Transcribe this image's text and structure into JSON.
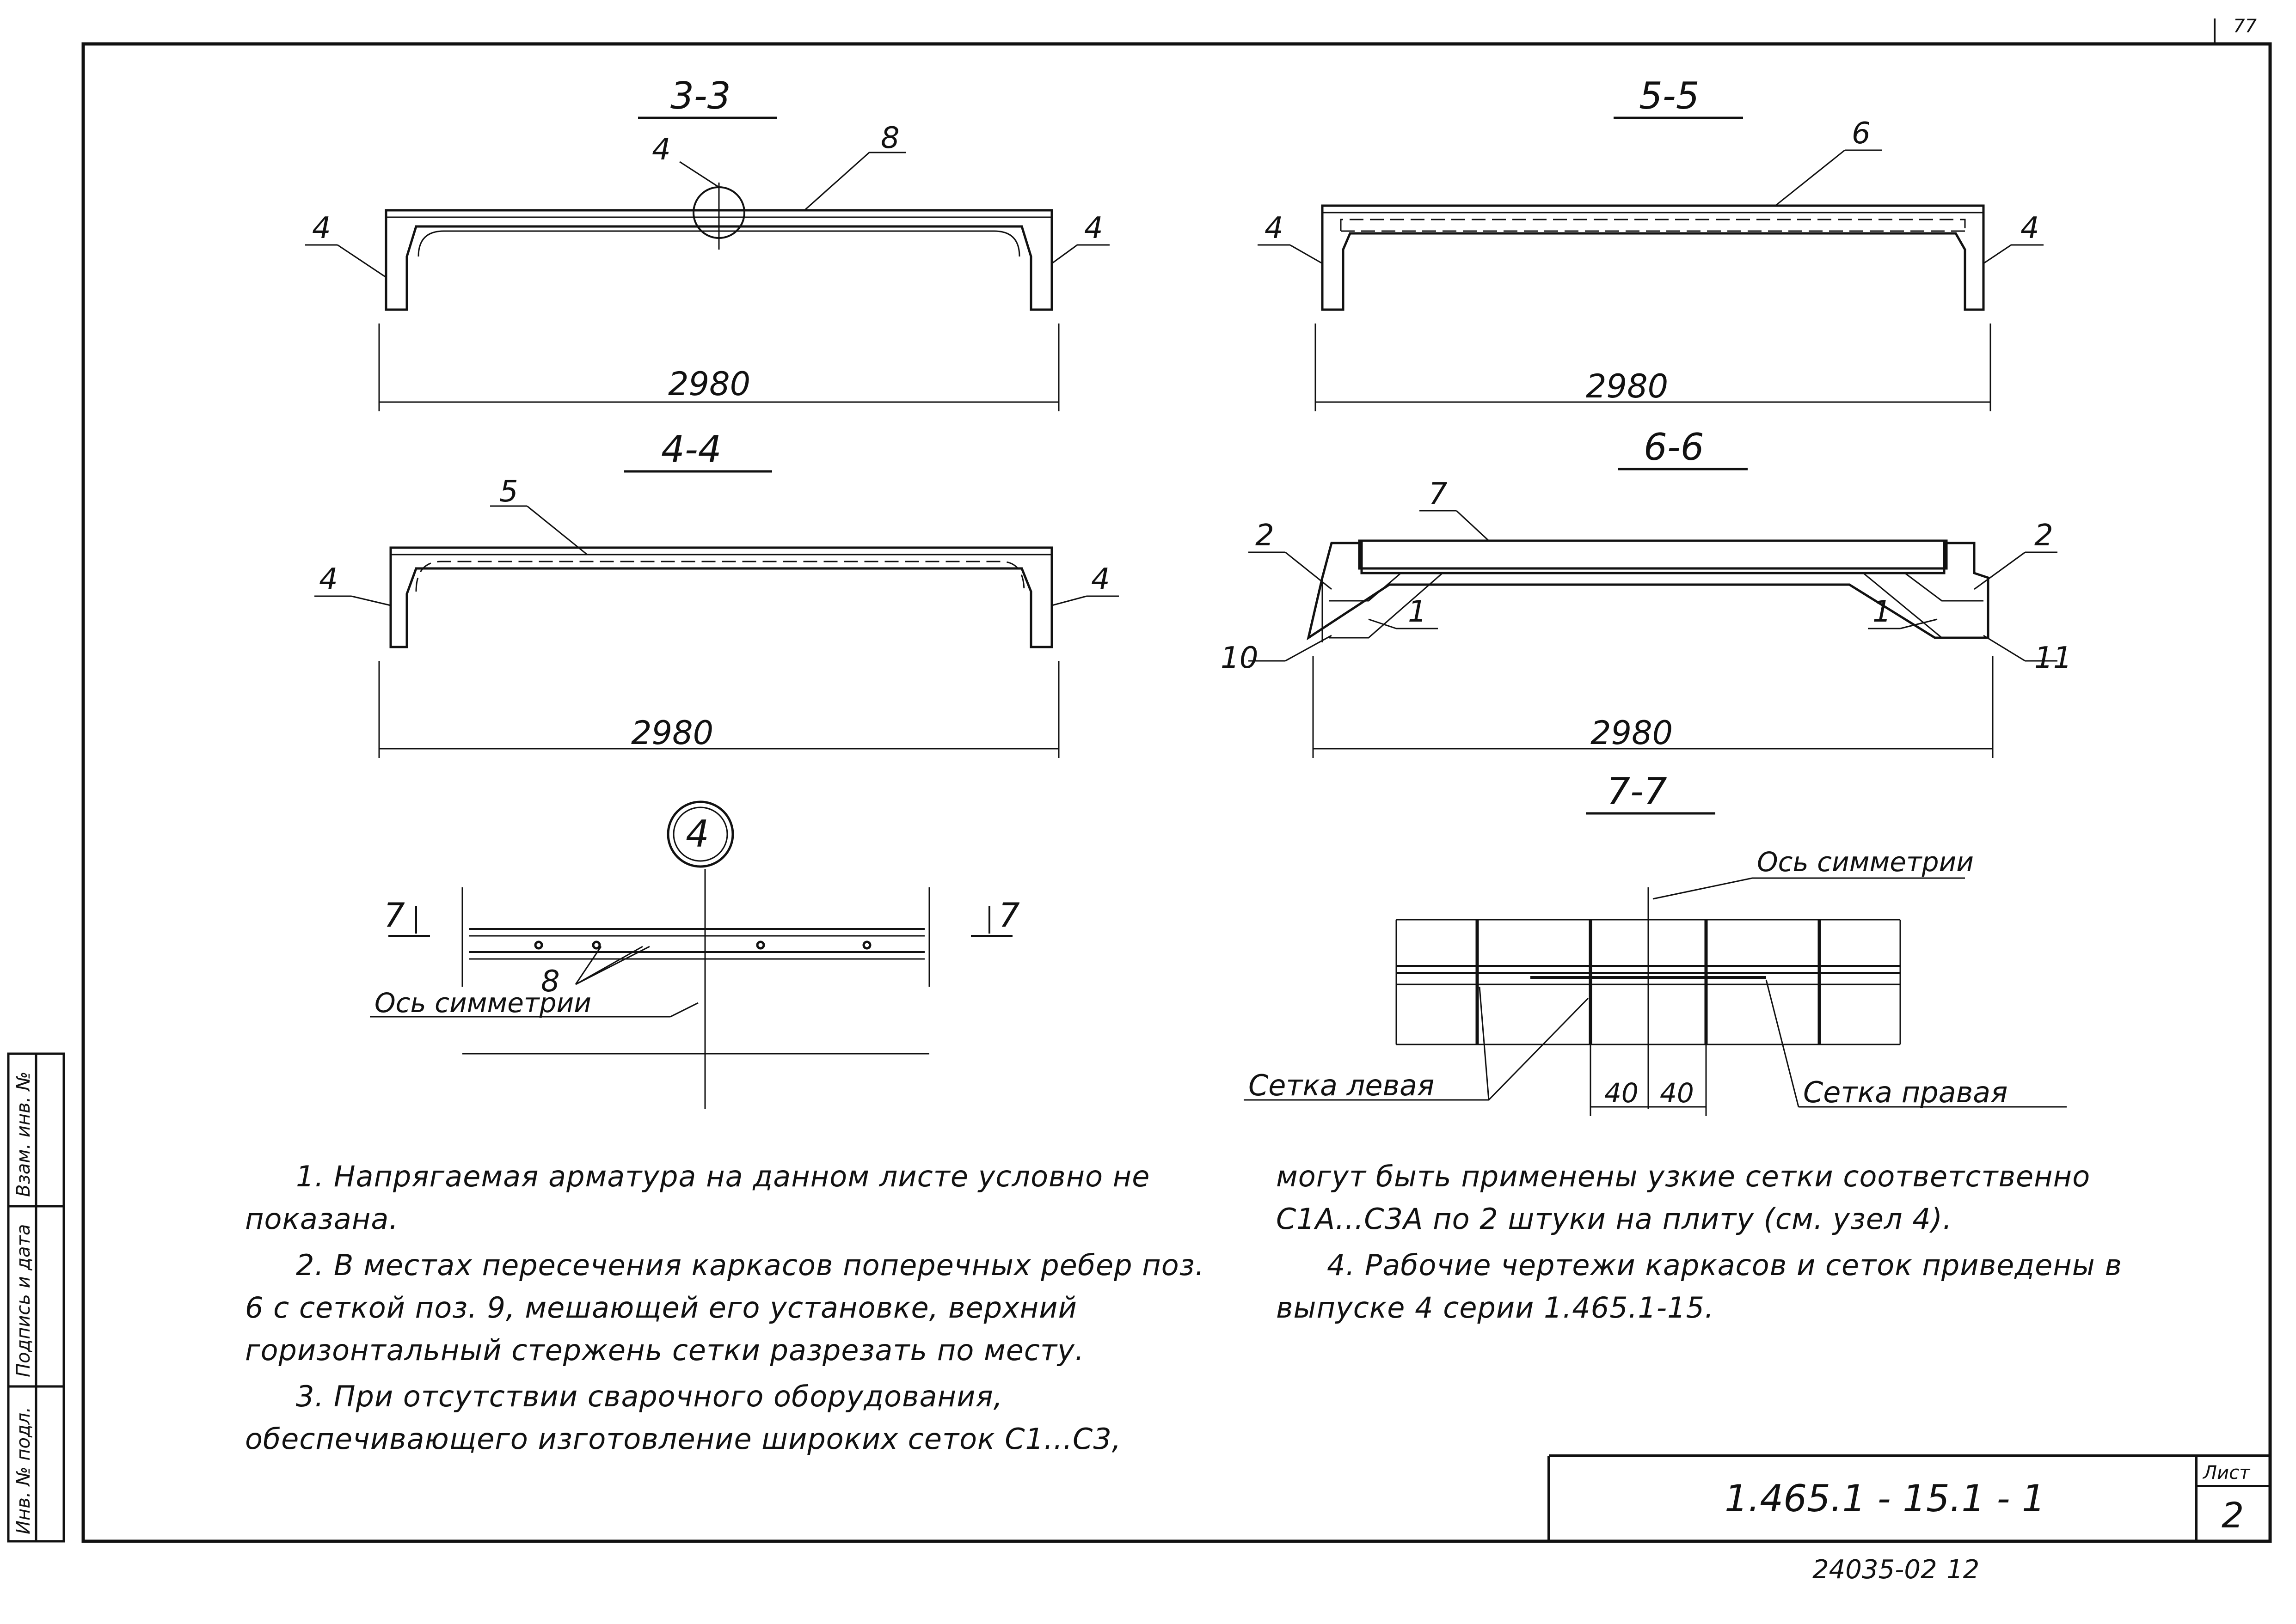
{
  "sheet": {
    "page_number": "77",
    "document_code": "1.465.1 - 15.1 - 1",
    "sheet_label": "Лист",
    "sheet_number": "2",
    "archive_number": "24035-02",
    "archive_page": "12"
  },
  "sidebar": {
    "label_1": "Инв. № подл.",
    "label_2": "Подпись и дата",
    "label_3": "Взам. инв. №"
  },
  "sections": {
    "s33": {
      "title": "3-3",
      "dim": "2980",
      "pos_left": "4",
      "pos_right": "4",
      "pos_node": "4",
      "pos_top": "8"
    },
    "s44": {
      "title": "4-4",
      "dim": "2980",
      "pos_left": "4",
      "pos_right": "4",
      "pos_top": "5"
    },
    "s55": {
      "title": "5-5",
      "dim": "2980",
      "pos_left": "4",
      "pos_right": "4",
      "pos_top": "6"
    },
    "s66": {
      "title": "6-6",
      "dim": "2980",
      "pos_top": "7",
      "pos_left_2": "2",
      "pos_right_2": "2",
      "pos_left_1": "1",
      "pos_right_1": "1",
      "pos_left_10": "10",
      "pos_right_11": "11"
    }
  },
  "node4": {
    "number": "4",
    "cut_left": "7",
    "cut_right": "7",
    "pos_8": "8",
    "axis_label": "Ось симметрии"
  },
  "section77": {
    "title": "7-7",
    "axis_label": "Ось симметрии",
    "mesh_left": "Сетка левая",
    "mesh_right": "Сетка правая",
    "dim_a": "40",
    "dim_b": "40"
  },
  "notes": {
    "n1": "1. Напрягаемая арматура на данном листе условно не показана.",
    "n2": "2. В местах пересечения каркасов поперечных ребер поз. 6 с сеткой поз. 9, мешающей его установке, верхний горизонтальный стержень сетки разрезать по месту.",
    "n3": "3. При отсутствии сварочного оборудования, обеспечивающего изготовление широких сеток С1...С3,",
    "n3_cont": "могут быть применены узкие сетки соответственно С1А...С3А по 2 штуки на плиту (см. узел 4).",
    "n4": "4. Рабочие чертежи каркасов и сеток приведены в выпуске 4 серии 1.465.1-15."
  }
}
